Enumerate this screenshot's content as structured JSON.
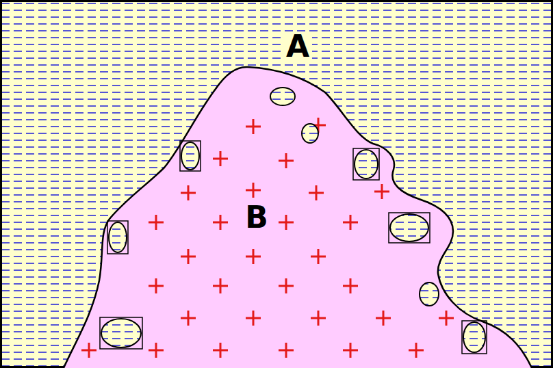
{
  "diagram": {
    "nodes": [
      {
        "text": [
          "A"
        ]
      },
      {
        "text": [
          "B"
        ],
        "in": 0
      }
    ]
  }
}
